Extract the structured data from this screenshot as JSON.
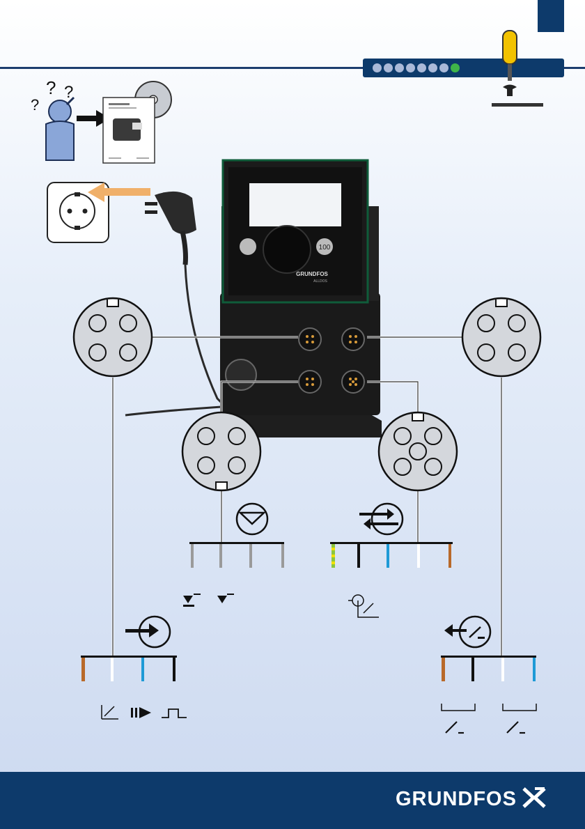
{
  "header": {
    "step_count": 8,
    "active_step": 8
  },
  "pump": {
    "display_key_label": "100",
    "front_logo": "GRUNDFOS",
    "front_sublabel": "ALLDOS"
  },
  "footer": {
    "brand": "GRUNDFOS"
  },
  "icons": [
    "question-person-icon",
    "manual-icon",
    "cd-icon",
    "socket-icon",
    "plug-icon",
    "screwdriver-icon",
    "level-icon",
    "bus-icon",
    "analog-icon",
    "relay-icon",
    "input-icon"
  ],
  "colors": {
    "brand_blue": "#0d3a6b",
    "brown": "#b8692a",
    "blue": "#1e9ad6",
    "black": "#111111",
    "grey": "#9a9a9a",
    "green_yellow": "#8cc63f"
  }
}
